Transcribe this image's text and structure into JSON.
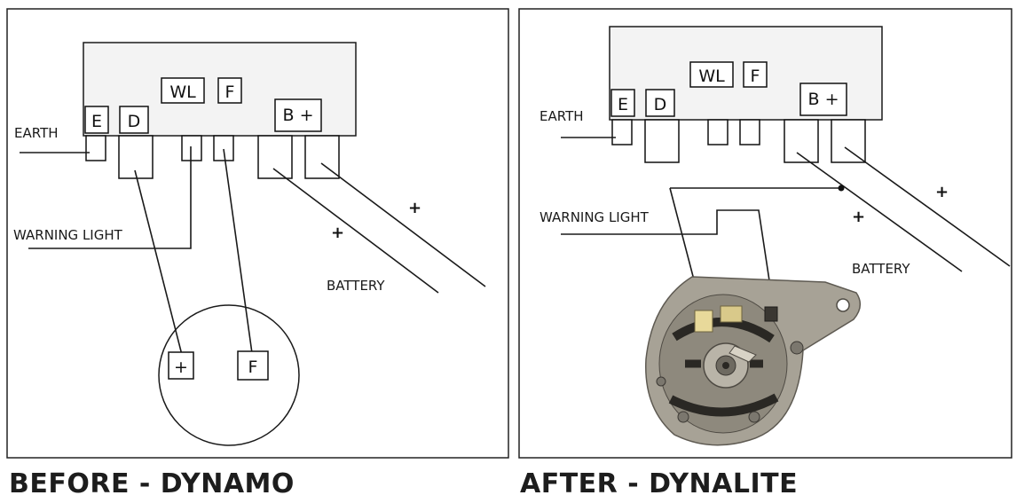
{
  "before": {
    "caption": "BEFORE - DYNAMO",
    "labels": {
      "earth": "EARTH",
      "warning_light": "WARNING LIGHT",
      "battery": "BATTERY"
    },
    "terminals": {
      "e": "E",
      "d": "D",
      "wl": "WL",
      "f": "F",
      "b_plus": "B +"
    },
    "battery_plus": "+",
    "dynamo_terminals": {
      "plus": "+",
      "f": "F"
    }
  },
  "after": {
    "caption": "AFTER - DYNALITE",
    "labels": {
      "earth": "EARTH",
      "warning_light": "WARNING LIGHT",
      "battery": "BATTERY"
    },
    "terminals": {
      "e": "E",
      "d": "D",
      "wl": "WL",
      "f": "F",
      "b_plus": "B +"
    },
    "battery_plus": "+"
  },
  "colors": {
    "line": "#1a1a1a",
    "box_fill": "#f3f3f3",
    "dynalite_body": "#a7a296"
  }
}
